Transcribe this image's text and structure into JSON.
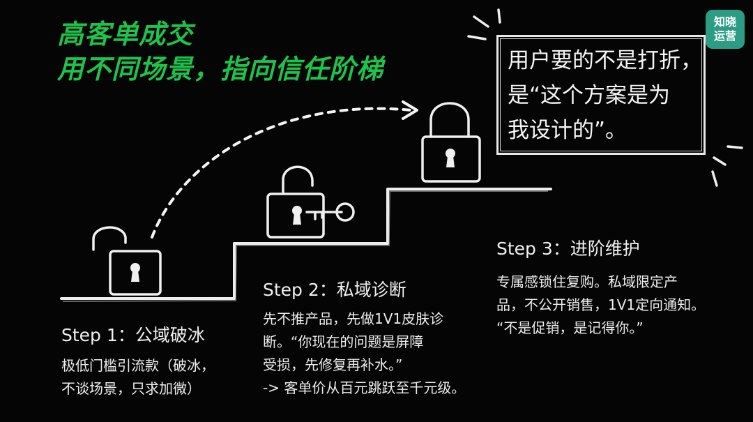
{
  "title": {
    "line1": "高客单成交",
    "line2": "用不同场景，指向信任阶梯"
  },
  "logo": {
    "line1": "知晓",
    "line2": "运营"
  },
  "quote": {
    "line1": "用户要的不是打折，",
    "line2": "是“这个方案是为",
    "line3": "我设计的”。"
  },
  "steps": [
    {
      "title": "Step 1：公域破冰",
      "desc_line1": "极低门槛引流款（破冰，",
      "desc_line2": "不谈场景，只求加微）"
    },
    {
      "title": "Step 2：私域诊断",
      "desc_line1": "先不推产品，先做1V1皮肤诊",
      "desc_line2": "断。“你现在的问题是屏障",
      "desc_line3": "受损，先修复再补水。”",
      "desc_line4": "-> 客单价从百元跳跃至千元级。"
    },
    {
      "title": "Step 3：进阶维护",
      "desc_line1": "专属感锁住复购。私域限定产",
      "desc_line2": "品，不公开销售，1V1定向通知。",
      "desc_line3": "“不是促销，是记得你。”"
    }
  ],
  "colors": {
    "background": "#050505",
    "title": "#1fc24a",
    "chalk": "#f0f0f0",
    "logo": "#2d9c85"
  },
  "icons": [
    "open-lock-icon",
    "open-lock-with-key-icon",
    "closed-lock-icon",
    "dashed-arrow-icon"
  ]
}
